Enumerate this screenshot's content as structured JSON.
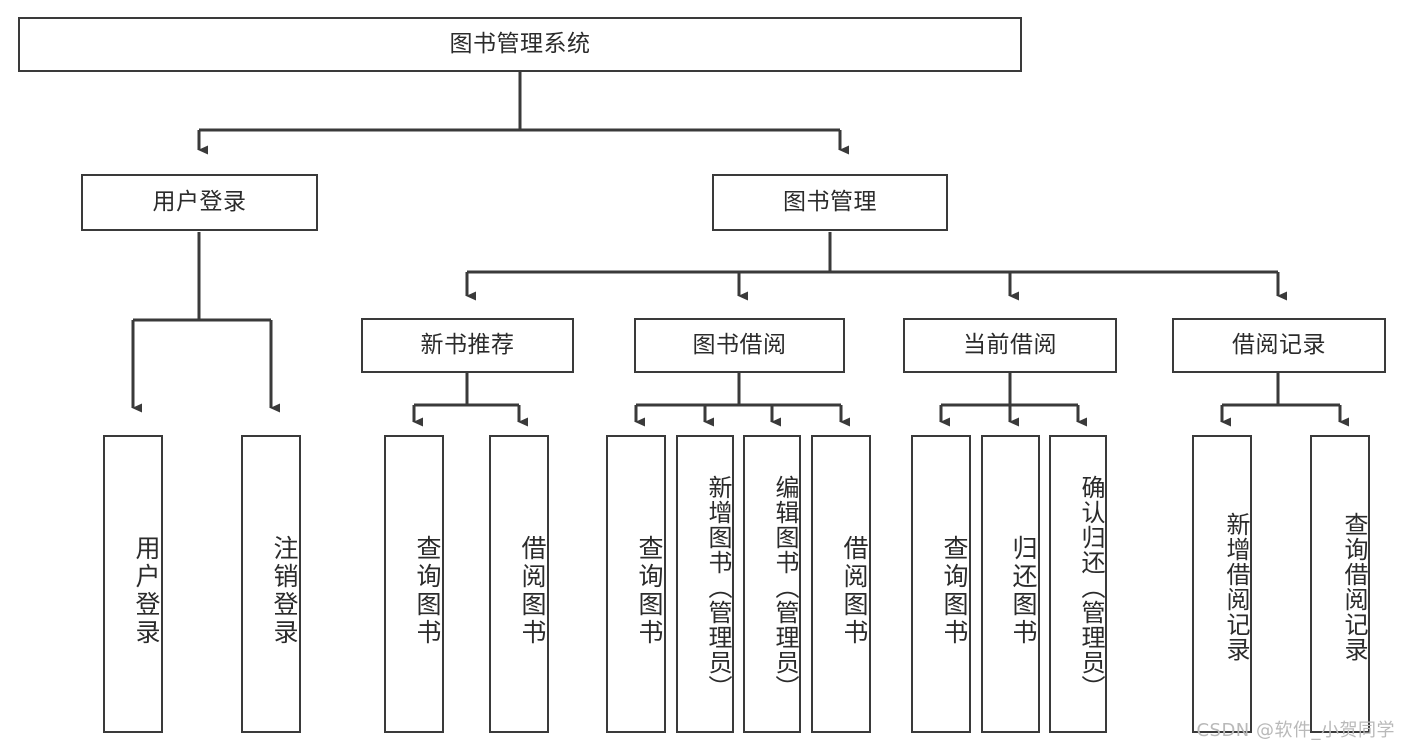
{
  "diagram": {
    "title_node": {
      "label": "图书管理系统"
    },
    "level1": [
      {
        "id": "user-login",
        "label": "用户登录"
      },
      {
        "id": "book-manage",
        "label": "图书管理"
      }
    ],
    "level2": [
      {
        "id": "new-book-rec",
        "label": "新书推荐"
      },
      {
        "id": "book-borrow",
        "label": "图书借阅"
      },
      {
        "id": "current-borrow",
        "label": "当前借阅"
      },
      {
        "id": "borrow-record",
        "label": "借阅记录"
      }
    ],
    "leaves": {
      "user_login": [
        {
          "id": "leaf-user-login",
          "label": "用户登录"
        },
        {
          "id": "leaf-logout",
          "label": "注销登录"
        }
      ],
      "new_book_rec": [
        {
          "id": "leaf-query-book-1",
          "label": "查询图书"
        },
        {
          "id": "leaf-borrow-book-1",
          "label": "借阅图书"
        }
      ],
      "book_borrow": [
        {
          "id": "leaf-query-book-2",
          "label": "查询图书"
        },
        {
          "id": "leaf-add-book",
          "label": "新增图书（管理员）"
        },
        {
          "id": "leaf-edit-book",
          "label": "编辑图书（管理员）"
        },
        {
          "id": "leaf-borrow-book-2",
          "label": "借阅图书"
        }
      ],
      "current_borrow": [
        {
          "id": "leaf-query-book-3",
          "label": "查询图书"
        },
        {
          "id": "leaf-return-book",
          "label": "归还图书"
        },
        {
          "id": "leaf-confirm-return",
          "label": "确认归还（管理员）"
        }
      ],
      "borrow_record": [
        {
          "id": "leaf-add-record",
          "label": "新增借阅记录"
        },
        {
          "id": "leaf-query-record",
          "label": "查询借阅记录"
        }
      ]
    }
  },
  "watermark": {
    "text": "CSDN @软件_小贺同学"
  },
  "colors": {
    "stroke": "#3a3a3a",
    "background": "#ffffff",
    "text": "#2b2b2b",
    "watermark": "#b9b9b9"
  }
}
